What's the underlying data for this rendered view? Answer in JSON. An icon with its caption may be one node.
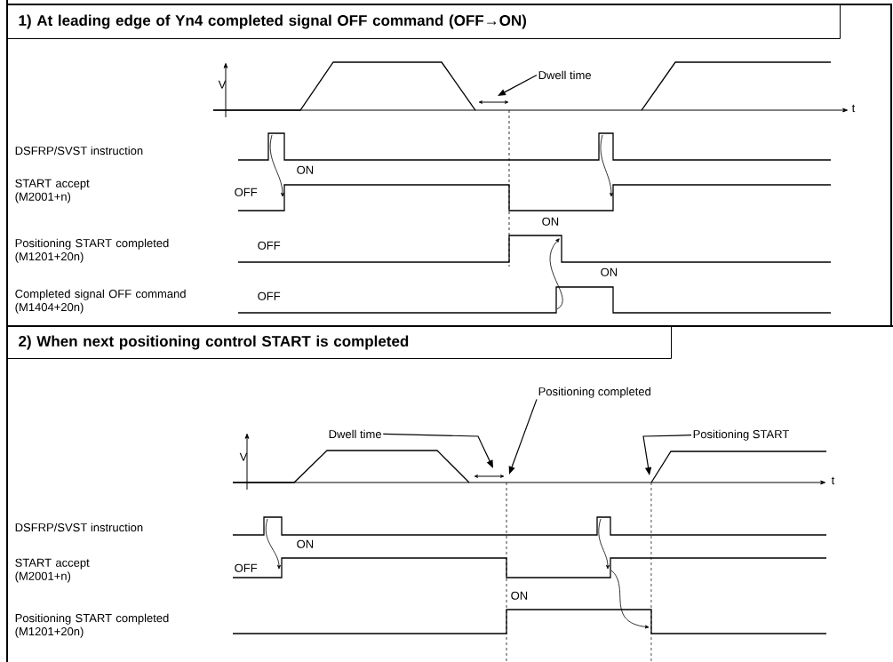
{
  "diagram": {
    "nodes": [
      {
        "text": [
          "1)  At leading edge of Yn4 completed signal OFF command (OFF→ON)"
        ]
      },
      {
        "text": [
          "Dwell time"
        ]
      },
      {
        "text": [
          "2)  When next positioning control START is completed"
        ]
      },
      {
        "text": [
          "Dwell time"
        ]
      },
      {
        "text": [
          "Positioning completed"
        ]
      },
      {
        "text": [
          "Positioning START"
        ]
      }
    ],
    "edges": [
      {
        "from": 1,
        "to": null,
        "arrow": "to"
      },
      {
        "from": 3,
        "to": null,
        "arrow": "to"
      },
      {
        "from": 4,
        "to": null,
        "arrow": "to"
      },
      {
        "from": 5,
        "to": null,
        "arrow": "to"
      }
    ],
    "labels": [
      "V",
      "t",
      "DSFRP/SVST instruction",
      "ON",
      "START accept (M2001+n)",
      "OFF",
      "ON",
      "Positioning START completed (M1201+20n)",
      "OFF",
      "ON",
      "Completed signal OFF command (M1404+20n)",
      "OFF",
      "V",
      "t",
      "DSFRP/SVST instruction",
      "ON",
      "START accept (M2001+n)",
      "OFF",
      "ON",
      "Positioning START completed (M1201+20n)"
    ]
  }
}
